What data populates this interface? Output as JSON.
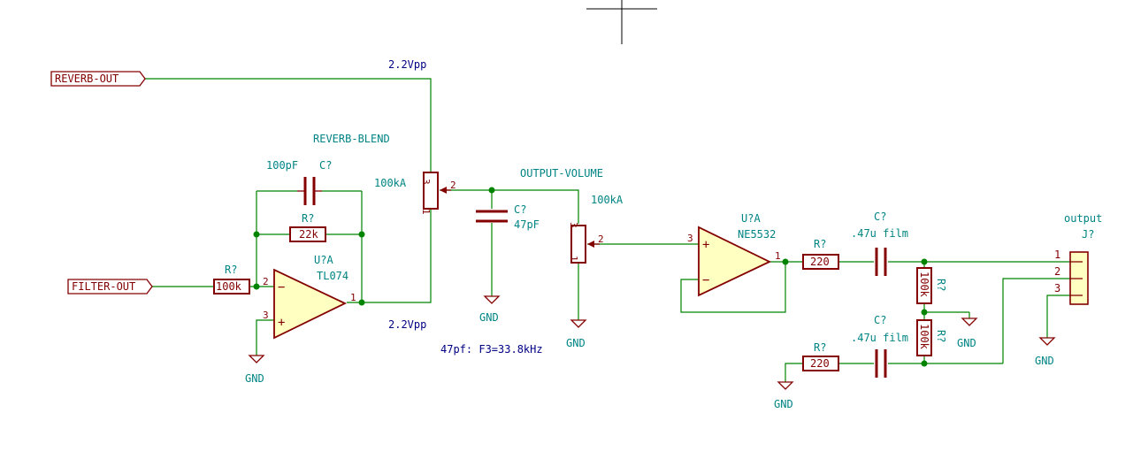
{
  "labels": {
    "reverb_out": "REVERB-OUT",
    "filter_out": "FILTER-OUT"
  },
  "annotations": {
    "vpp_top": "2.2Vpp",
    "vpp_bottom": "2.2Vpp",
    "filter_note": "47pf: F3=33.8kHz"
  },
  "components": {
    "feedback_cap": {
      "ref": "C?",
      "value": "100pF"
    },
    "feedback_res": {
      "ref": "R?",
      "value": "22k"
    },
    "input_res": {
      "ref": "R?",
      "value": "100k"
    },
    "opamp1": {
      "ref": "U?A",
      "value": "TL074",
      "pin_inv": "2",
      "pin_noninv": "3",
      "pin_out": "1"
    },
    "blend_pot": {
      "name": "REVERB-BLEND",
      "value": "100kA",
      "pin1": "1",
      "pin2": "2",
      "pin3": "3"
    },
    "filter_cap": {
      "ref": "C?",
      "value": "47pF"
    },
    "volume_pot": {
      "name": "OUTPUT-VOLUME",
      "value": "100kA",
      "pin1": "1",
      "pin2": "2",
      "pin3": "3"
    },
    "opamp2": {
      "ref": "U?A",
      "value": "NE5532",
      "pin_in": "3",
      "pin_out": "1"
    },
    "out_res_top": {
      "ref": "R?",
      "value": "220"
    },
    "out_res_bottom": {
      "ref": "R?",
      "value": "220"
    },
    "out_cap_top": {
      "ref": "C?",
      "value": ".47u film"
    },
    "out_cap_bottom": {
      "ref": "C?",
      "value": ".47u film"
    },
    "shunt_res_top": {
      "ref": "R?",
      "value": "100k"
    },
    "shunt_res_bottom": {
      "ref": "R?",
      "value": "100k"
    },
    "connector": {
      "ref": "J?",
      "value": "output",
      "pins": [
        "1",
        "2",
        "3"
      ]
    }
  },
  "power": {
    "gnd": "GND"
  },
  "colors": {
    "wire": "#008400",
    "component": "#840000",
    "reference_text": "#008484",
    "annotation_text": "#000084",
    "opamp_fill": "#ffffc2"
  }
}
